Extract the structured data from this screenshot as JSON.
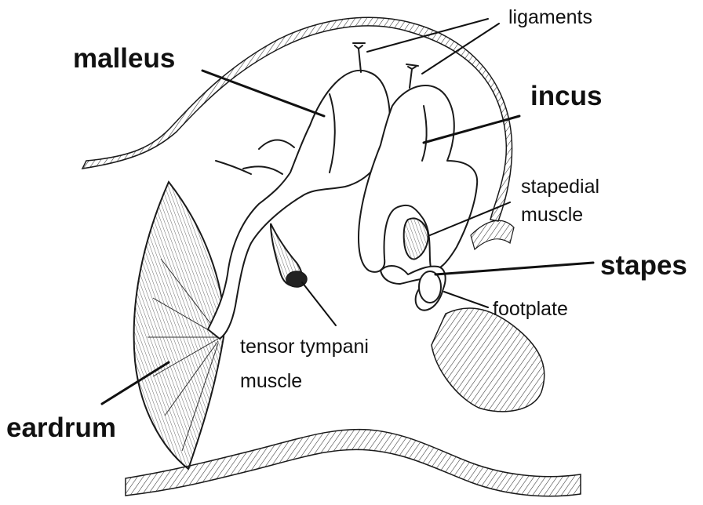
{
  "diagram": {
    "labels": {
      "malleus": "malleus",
      "incus": "incus",
      "stapes": "stapes",
      "eardrum": "eardrum",
      "ligaments": "ligaments",
      "stapedial_line1": "stapedial",
      "stapedial_line2": "muscle",
      "footplate": "footplate",
      "tensor_line1": "tensor tympani",
      "tensor_line2": "muscle"
    },
    "colors": {
      "ink": "#1a1a1a",
      "background": "#ffffff"
    }
  }
}
